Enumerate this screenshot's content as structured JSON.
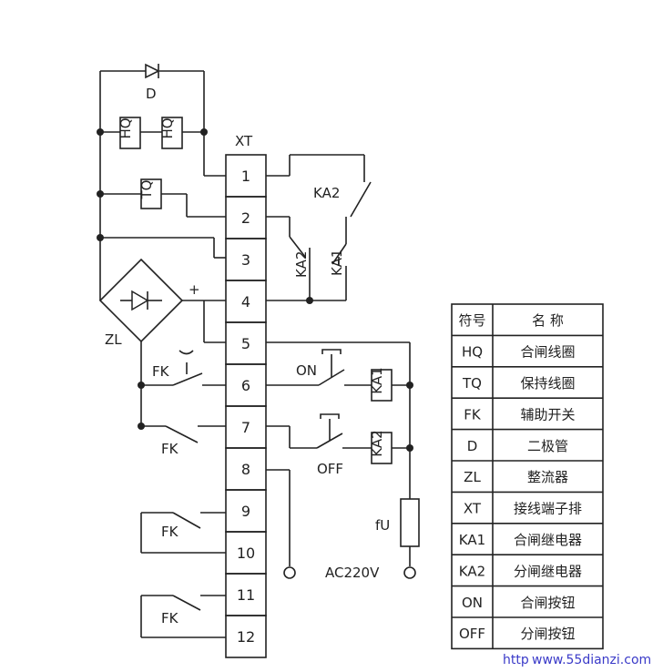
{
  "diagram": {
    "xt_label": "XT",
    "terminals": [
      "1",
      "2",
      "3",
      "4",
      "5",
      "6",
      "7",
      "8",
      "9",
      "10",
      "11",
      "12"
    ],
    "diode_label": "D",
    "hq_label": "HQ",
    "tq_label": "TQ",
    "ka2_contact_label": "KA2",
    "ka2_label": "KA2",
    "ka1_label": "KA1",
    "plus_label": "+",
    "zl_label": "ZL",
    "fk_label": "FK",
    "on_label": "ON",
    "off_label": "OFF",
    "ka1_coil_label": "KA1",
    "ka2_coil_label": "KA2",
    "fu_label": "fU",
    "ac_label": "AC220V"
  },
  "legend": {
    "header": [
      "符号",
      "名  称"
    ],
    "rows": [
      [
        "HQ",
        "合闸线圈"
      ],
      [
        "TQ",
        "保持线圈"
      ],
      [
        "FK",
        "辅助开关"
      ],
      [
        "D",
        "二极管"
      ],
      [
        "ZL",
        "整流器"
      ],
      [
        "XT",
        "接线端子排"
      ],
      [
        "KA1",
        "合闸继电器"
      ],
      [
        "KA2",
        "分闸继电器"
      ],
      [
        "ON",
        "合闸按钮"
      ],
      [
        "OFF",
        "分闸按钮"
      ]
    ]
  },
  "watermark": "www.55dianzi.com",
  "watermark_prefix": "http"
}
